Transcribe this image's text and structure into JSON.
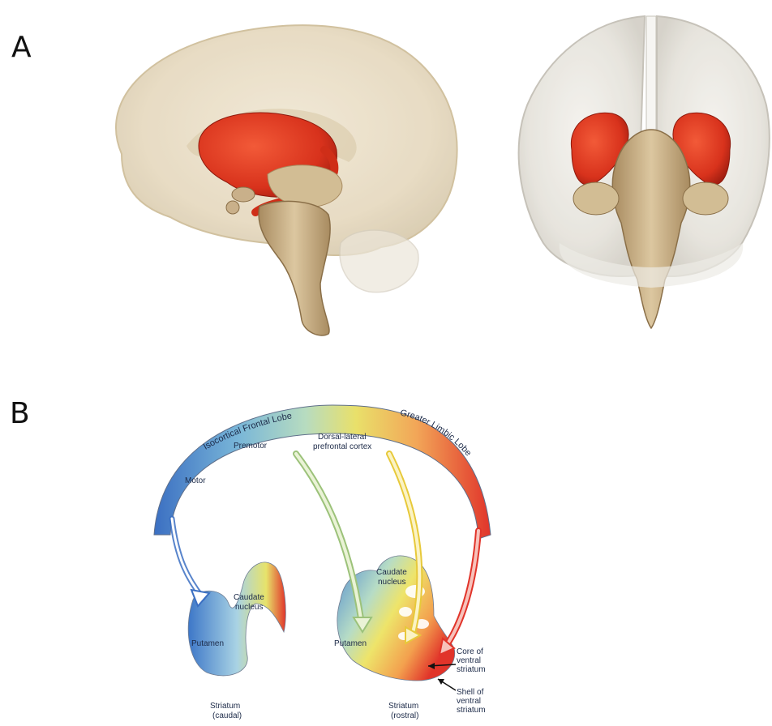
{
  "panels": {
    "a": {
      "letter": "A"
    },
    "b": {
      "letter": "B",
      "arc": {
        "isocortical": "Isocortical Frontal Lobe",
        "limbic": "Greater Limbic Lobe"
      },
      "regions": {
        "motor": "Motor",
        "premotor": "Premotor",
        "dlpfc_line1": "Dorsal-lateral",
        "dlpfc_line2": "prefrontal cortex"
      },
      "caudal": {
        "caudate_line1": "Caudate",
        "caudate_line2": "nucleus",
        "putamen": "Putamen",
        "caption_line1": "Striatum",
        "caption_line2": "(caudal)"
      },
      "rostral": {
        "caudate_line1": "Caudate",
        "caudate_line2": "nucleus",
        "putamen": "Putamen",
        "caption_line1": "Striatum",
        "caption_line2": "(rostral)",
        "core_line1": "Core of",
        "core_line2": "ventral",
        "core_line3": "striatum",
        "shell_line1": "Shell of",
        "shell_line2": "ventral",
        "shell_line3": "striatum"
      }
    }
  },
  "colors": {
    "brain": "#e8dcc4",
    "brainstem": "#c9b08a",
    "striatum": "#d8321c",
    "motor": "#3b6fc2",
    "premotor": "#8cc6d8",
    "dlpfc": "#e7d84a",
    "limbic": "#e23a2c"
  }
}
